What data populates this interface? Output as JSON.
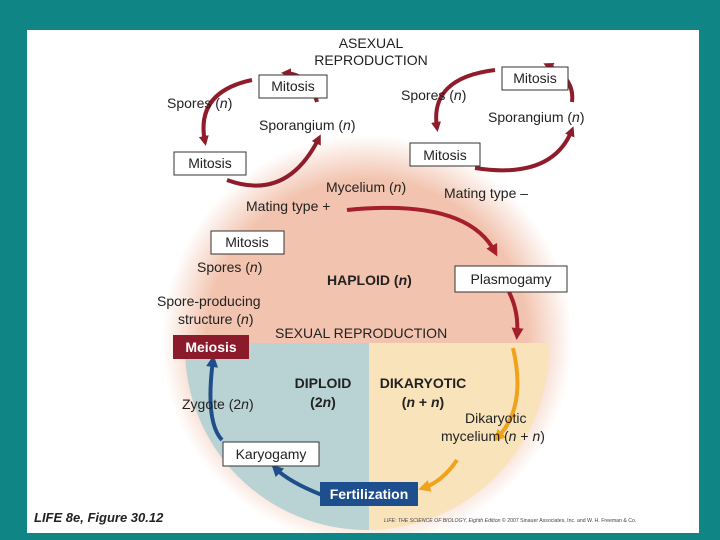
{
  "colors": {
    "page_background": "#0f8585",
    "haploid_region": "#f2c3ae",
    "diploid_region": "#b9d2d3",
    "dikaryotic_region": "#f9e3bb",
    "asexual_arrow": "#8e1c2a",
    "sexual_arrow_red": "#a41e2c",
    "sexual_arrow_orange": "#f0a21c",
    "sexual_arrow_blue": "#1f4f8a",
    "meiosis_box": "#8b1a2b",
    "fertilization_box": "#1d4f8e"
  },
  "diagram": {
    "title_line1": "ASEXUAL",
    "title_line2": "REPRODUCTION",
    "left_cycle": {
      "mitosis_top": "Mitosis",
      "spores": "Spores (",
      "sporangium": "Sporangium (",
      "mitosis_left": "Mitosis"
    },
    "right_cycle": {
      "mitosis_top": "Mitosis",
      "spores": "Spores (",
      "sporangium": "Sporangium (",
      "mitosis_bottom": "Mitosis"
    },
    "n": "n",
    "close_paren": ")",
    "mycelium": "Mycelium (",
    "mating_plus": "Mating type +",
    "mating_minus": "Mating type –",
    "mitosis_sexual": "Mitosis",
    "spores_sexual": "Spores (",
    "spore_producing_line1": "Spore-producing",
    "spore_producing_line2": "structure (",
    "haploid": "HAPLOID (",
    "plasmogamy": "Plasmogamy",
    "sexual_reproduction": "SEXUAL REPRODUCTION",
    "meiosis": "Meiosis",
    "diploid_line1": "DIPLOID",
    "diploid_line2_pre": "(2",
    "dikaryotic_line1": "DIKARYOTIC",
    "dikaryotic_line2_pre": "(",
    "dikaryotic_plus": " + ",
    "zygote_pre": "Zygote (2",
    "dikaryotic_mycelium_line1": "Dikaryotic",
    "dikaryotic_mycelium_line2_pre": "mycelium (",
    "karyogamy": "Karyogamy",
    "fertilization": "Fertilization"
  },
  "footer": {
    "figure_label": "LIFE 8e, Figure 30.12",
    "credit_book": "LIFE: THE SCIENCE OF BIOLOGY, Eighth Edition",
    "credit_rest": " © 2007 Sinauer Associates, Inc. and W. H. Freeman & Co."
  }
}
